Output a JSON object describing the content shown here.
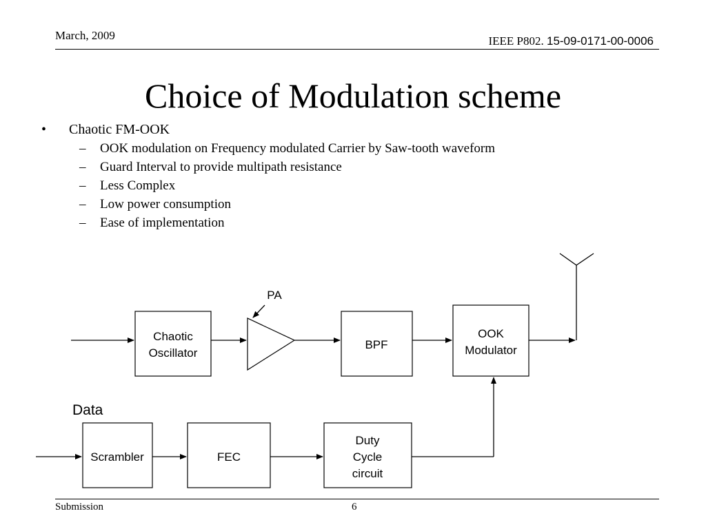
{
  "header": {
    "date": "March, 2009",
    "doc_prefix": "IEEE P802.",
    "doc_number": "15-09-0171-00-0006"
  },
  "title": "Choice of Modulation scheme",
  "bullet": {
    "marker": "•",
    "text": "Chaotic FM-OOK",
    "sub_marker": "–",
    "subitems": [
      "OOK modulation on Frequency modulated Carrier by Saw-tooth waveform",
      "Guard Interval to provide multipath resistance",
      "Less Complex",
      "Low power consumption",
      "Ease of implementation"
    ]
  },
  "diagram": {
    "pa_label": "PA",
    "data_label": "Data",
    "blocks": {
      "chaotic_oscillator": [
        "Chaotic",
        "Oscillator"
      ],
      "bpf": [
        "BPF"
      ],
      "ook_modulator": [
        "OOK",
        "Modulator"
      ],
      "scrambler": [
        "Scrambler"
      ],
      "fec": [
        "FEC"
      ],
      "duty_cycle": [
        "Duty",
        "Cycle",
        "circuit"
      ]
    }
  },
  "footer": {
    "left": "Submission",
    "page": "6"
  }
}
